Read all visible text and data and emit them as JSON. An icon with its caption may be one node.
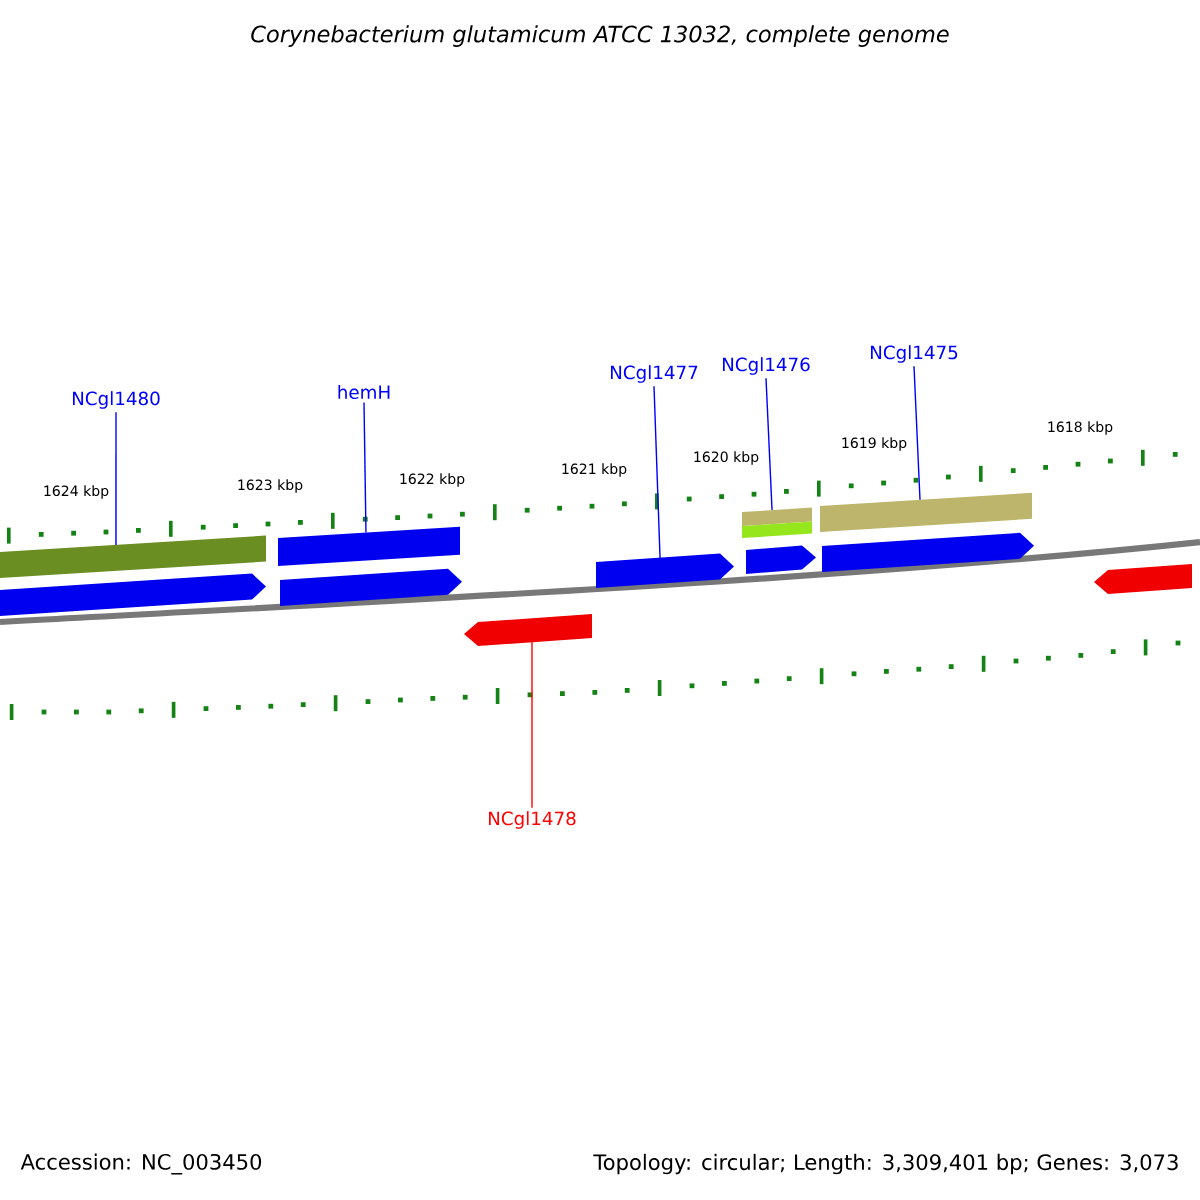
{
  "diagram": {
    "title": "Corynebacterium glutamicum ATCC 13032, complete genome",
    "nodes": [
      {
        "text": [
          "NCgl1480"
        ]
      },
      {
        "text": [
          "hemH"
        ]
      },
      {
        "text": [
          "NCgl1477"
        ]
      },
      {
        "text": [
          "NCgl1476"
        ]
      },
      {
        "text": [
          "NCgl1475"
        ]
      },
      {
        "text": [
          "NCgl1478"
        ]
      },
      {
        "text": [],
        "shape": "bar"
      },
      {
        "text": [],
        "shape": "pentagon"
      },
      {
        "text": [],
        "shape": "bar"
      },
      {
        "text": [],
        "shape": "pentagon"
      },
      {
        "text": [],
        "shape": "pentagon"
      },
      {
        "text": [],
        "shape": "pentagon"
      },
      {
        "text": [],
        "shape": "bar"
      },
      {
        "text": [],
        "shape": "bar"
      },
      {
        "text": [],
        "shape": "pentagon"
      },
      {
        "text": [],
        "shape": "bar"
      },
      {
        "text": [],
        "shape": "pentagon"
      },
      {
        "text": [],
        "shape": "pentagon"
      }
    ],
    "edges": [
      {
        "from": 0,
        "to": 6,
        "arrow": "none"
      },
      {
        "from": 1,
        "to": 8,
        "arrow": "none"
      },
      {
        "from": 2,
        "to": 11,
        "arrow": "none"
      },
      {
        "from": 3,
        "to": 12,
        "arrow": "none"
      },
      {
        "from": 4,
        "to": 15,
        "arrow": "none"
      },
      {
        "from": 5,
        "to": 10,
        "arrow": "none",
        "color": "#ff0000"
      }
    ],
    "labels": [
      "1624 kbp",
      "1623 kbp",
      "1622 kbp",
      "1621 kbp",
      "1620 kbp",
      "1619 kbp",
      "1618 kbp",
      "Accession: NC_003450",
      "Topology: circular; Length: 3,309,401 bp; Genes: 3,073"
    ]
  }
}
